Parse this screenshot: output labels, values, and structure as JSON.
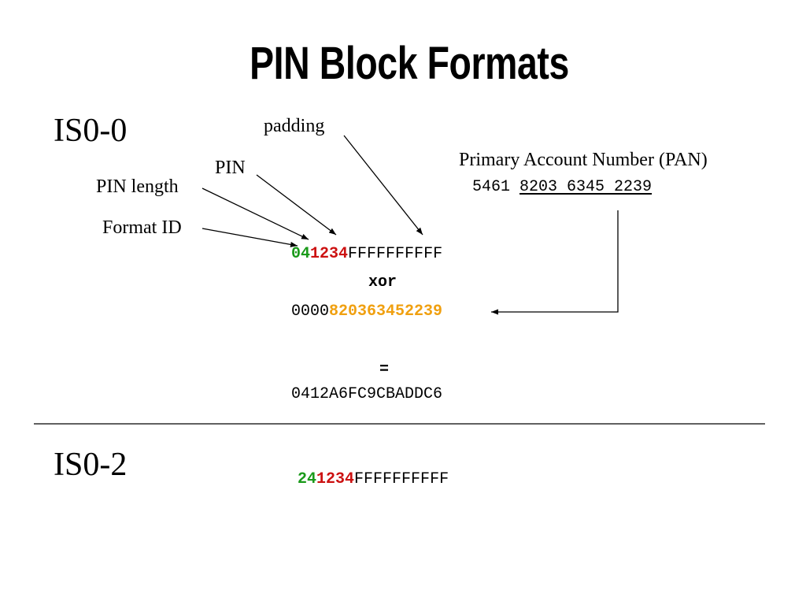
{
  "slide": {
    "title": "PIN Block Formats"
  },
  "iso0": {
    "heading": "IS0-0",
    "labels": {
      "padding": "padding",
      "pin": "PIN",
      "pin_length": "PIN length",
      "format_id": "Format ID",
      "pan": "Primary Account Number (PAN)"
    },
    "pan_value": {
      "first": "5461",
      "rest": "8203 6345 2239"
    },
    "pin_block": {
      "format_id": "0",
      "pin_length": "4",
      "pin": "1234",
      "padding": "FFFFFFFFFF"
    },
    "xor_label": "xor",
    "pan_block": {
      "zeros": "0000",
      "digits": "820363452239"
    },
    "equals_label": "=",
    "result": "0412A6FC9CBADDC6"
  },
  "iso2": {
    "heading": "IS0-2",
    "pin_block": {
      "format_id": "2",
      "pin_length": "4",
      "pin": "1234",
      "padding": "FFFFFFFFFF"
    }
  },
  "colors": {
    "format_id": "#1a9a1a",
    "pin": "#cc1111",
    "pan_digits": "#f0a010"
  }
}
